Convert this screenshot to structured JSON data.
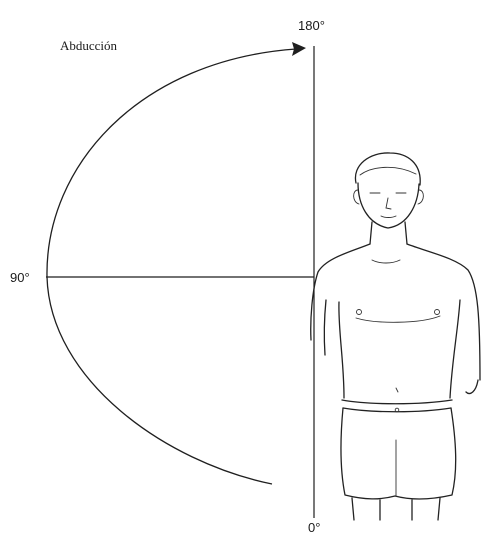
{
  "diagram": {
    "motion_label": "Abducción",
    "angle_top": "180°",
    "angle_middle": "90°",
    "angle_bottom": "0°",
    "line_color": "#1f1f1f",
    "background": "#ffffff"
  }
}
